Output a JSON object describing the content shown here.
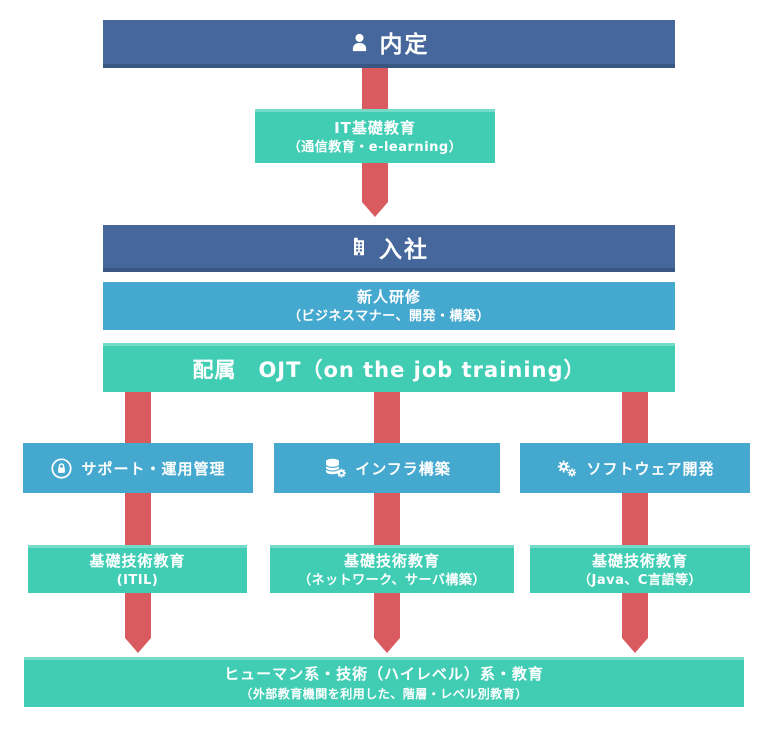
{
  "diagram": {
    "naitei": {
      "label": "内定"
    },
    "it_training": {
      "title": "IT基礎教育",
      "subtitle": "（通信教育・e-learning）"
    },
    "nyusha": {
      "label": "入社"
    },
    "shinjin": {
      "title": "新人研修",
      "subtitle": "（ビジネスマナー、開発・構築）"
    },
    "ojt": {
      "label": "配属　OJT（on the job training）"
    },
    "tracks": [
      {
        "name": "サポート・運用管理",
        "icon": "lock-circle-icon",
        "training_title": "基礎技術教育",
        "training_subtitle": "(ITIL)"
      },
      {
        "name": "インフラ構築",
        "icon": "database-gear-icon",
        "training_title": "基礎技術教育",
        "training_subtitle": "（ネットワーク、サーバ構築）"
      },
      {
        "name": "ソフトウェア開発",
        "icon": "gears-icon",
        "training_title": "基礎技術教育",
        "training_subtitle": "（Java、C言語等）"
      }
    ],
    "final": {
      "title": "ヒューマン系・技術（ハイレベル）系・教育",
      "subtitle": "（外部教育機関を利用した、階層・レベル別教育）"
    }
  },
  "colors": {
    "dark_blue": "#45679C",
    "light_blue": "#45A8CF",
    "teal": "#41CDB4",
    "arrow_red": "#D95A5F",
    "text": "#FFFFFF",
    "background": "#FFFFFF"
  }
}
